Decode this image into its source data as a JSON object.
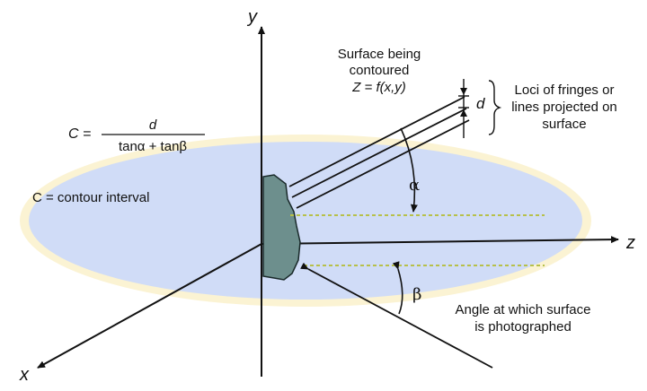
{
  "axes": {
    "y": "y",
    "z": "z",
    "x": "x"
  },
  "labels": {
    "surface_line1": "Surface being",
    "surface_line2": "contoured",
    "surface_equation": "Z = f(x,y)",
    "loci_line1": "Loci of fringes or",
    "loci_line2": "lines projected on",
    "loci_line3": "surface",
    "d_label": "d",
    "alpha": "α",
    "beta": "β",
    "angle_line1": "Angle at which surface",
    "angle_line2": "is photographed",
    "contour_interval": "C = contour interval"
  },
  "formula": {
    "lhs": "C =",
    "numerator": "d",
    "denominator": "tanα + tanβ"
  },
  "colors": {
    "ellipse_fill": "#d0dcf7",
    "ellipse_halo": "#fbf3d3",
    "surface_fill": "#6d8f8d",
    "surface_stroke": "#1a2a2a",
    "dashed_lines": "#b7c04a",
    "lines": "#111111"
  }
}
